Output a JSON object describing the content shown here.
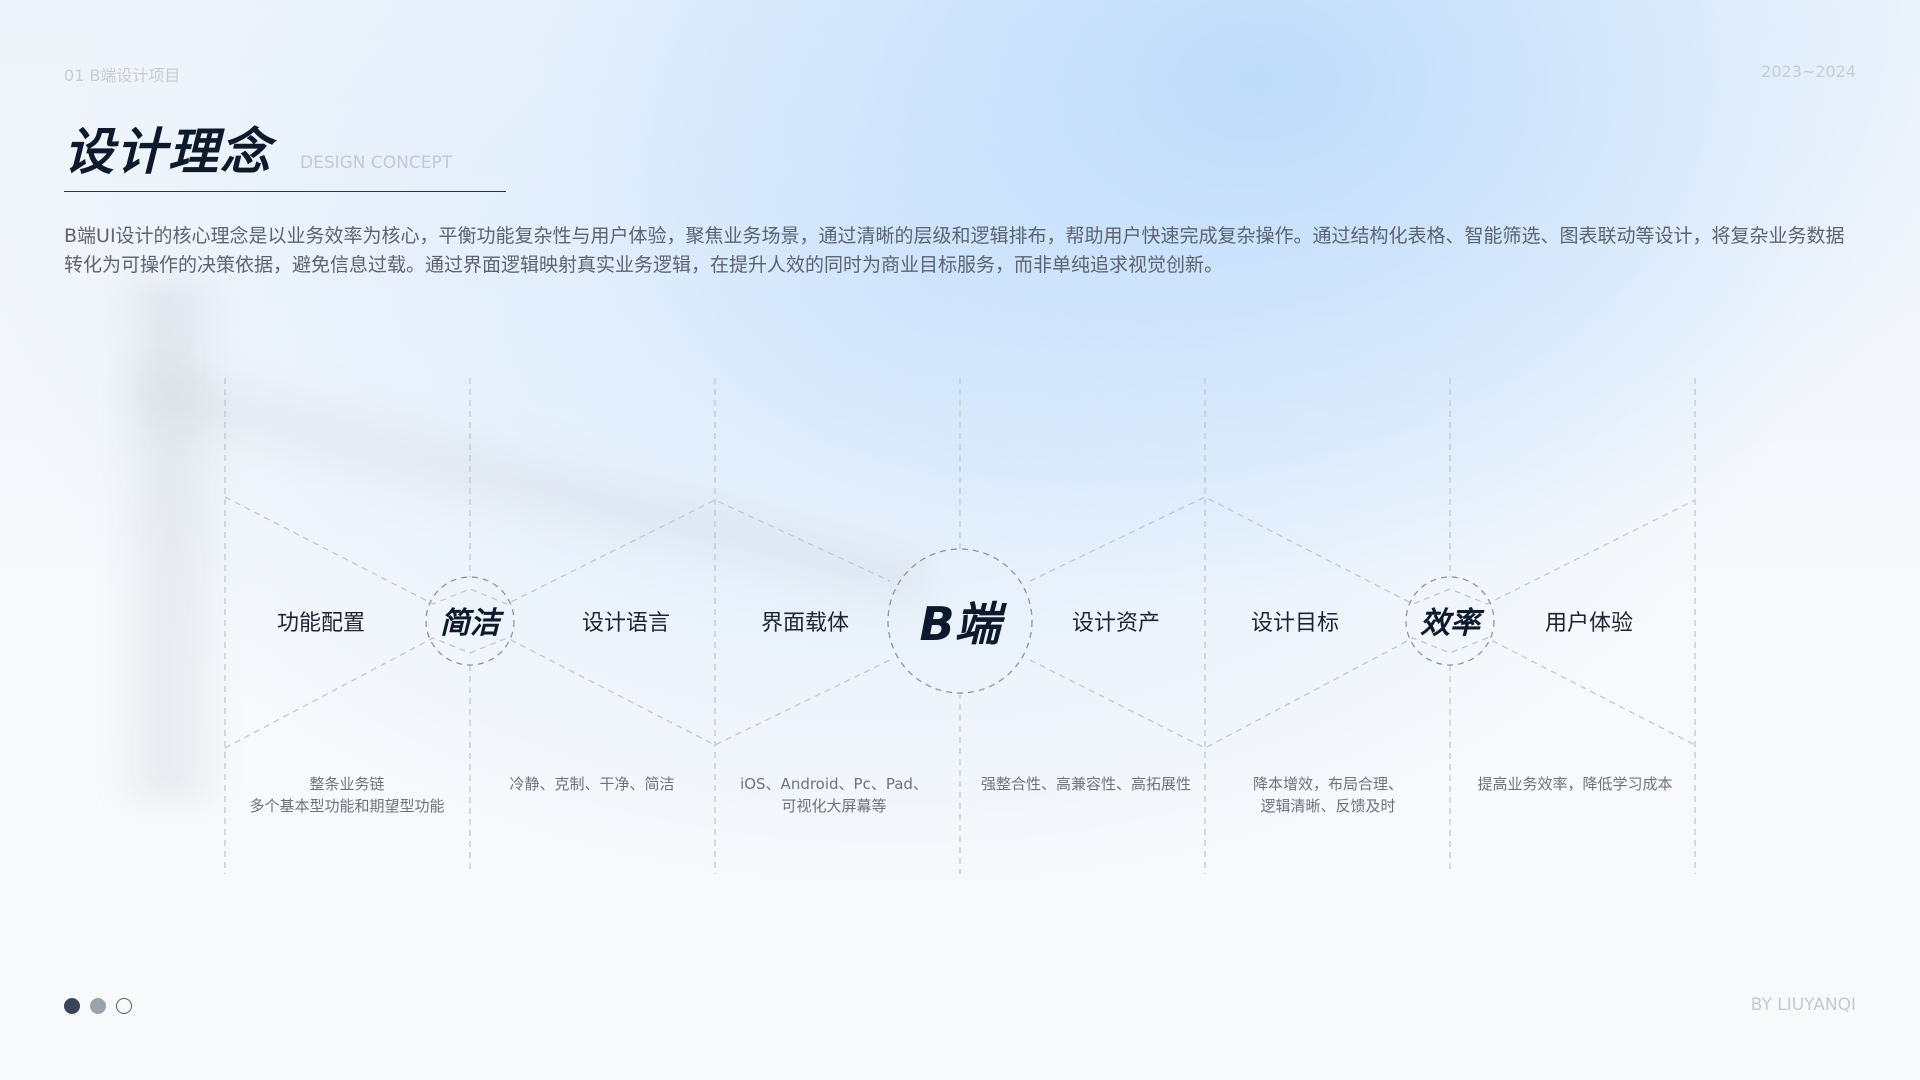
{
  "header": {
    "project": "01 B端设计项目",
    "years": "2023~2024",
    "title": "设计理念",
    "title_en": "DESIGN CONCEPT"
  },
  "description": "B端UI设计的核心理念是以业务效率为核心，平衡功能复杂性与用户体验，聚焦业务场景，通过清晰的层级和逻辑排布，帮助用户快速完成复杂操作。通过结构化表格、智能筛选、图表联动等设计，将复杂业务数据转化为可操作的决策依据，避免信息过载。通过界面逻辑映射真实业务逻辑，在提升人效的同时为商业目标服务，而非单纯追求视觉创新。",
  "diagram": {
    "centers": [
      "简洁",
      "B端",
      "效率"
    ],
    "labels": [
      "功能配置",
      "设计语言",
      "界面载体",
      "设计资产",
      "设计目标",
      "用户体验"
    ],
    "descriptions": [
      [
        "整条业务链",
        "多个基本型功能和期望型功能"
      ],
      [
        "冷静、克制、干净、简洁"
      ],
      [
        "iOS、Android、Pc、Pad、",
        "可视化大屏幕等"
      ],
      [
        "强整合性、高兼容性、高拓展性"
      ],
      [
        "降本增效，布局合理、",
        "逻辑清晰、反馈及时"
      ],
      [
        "提高业务效率，降低学习成本"
      ]
    ]
  },
  "footer": {
    "byline": "BY LIUYANQI",
    "pagination": {
      "total": 3,
      "filled": [
        "#3a4556",
        "#9aa2ad"
      ],
      "outline": "#555f6c"
    }
  }
}
